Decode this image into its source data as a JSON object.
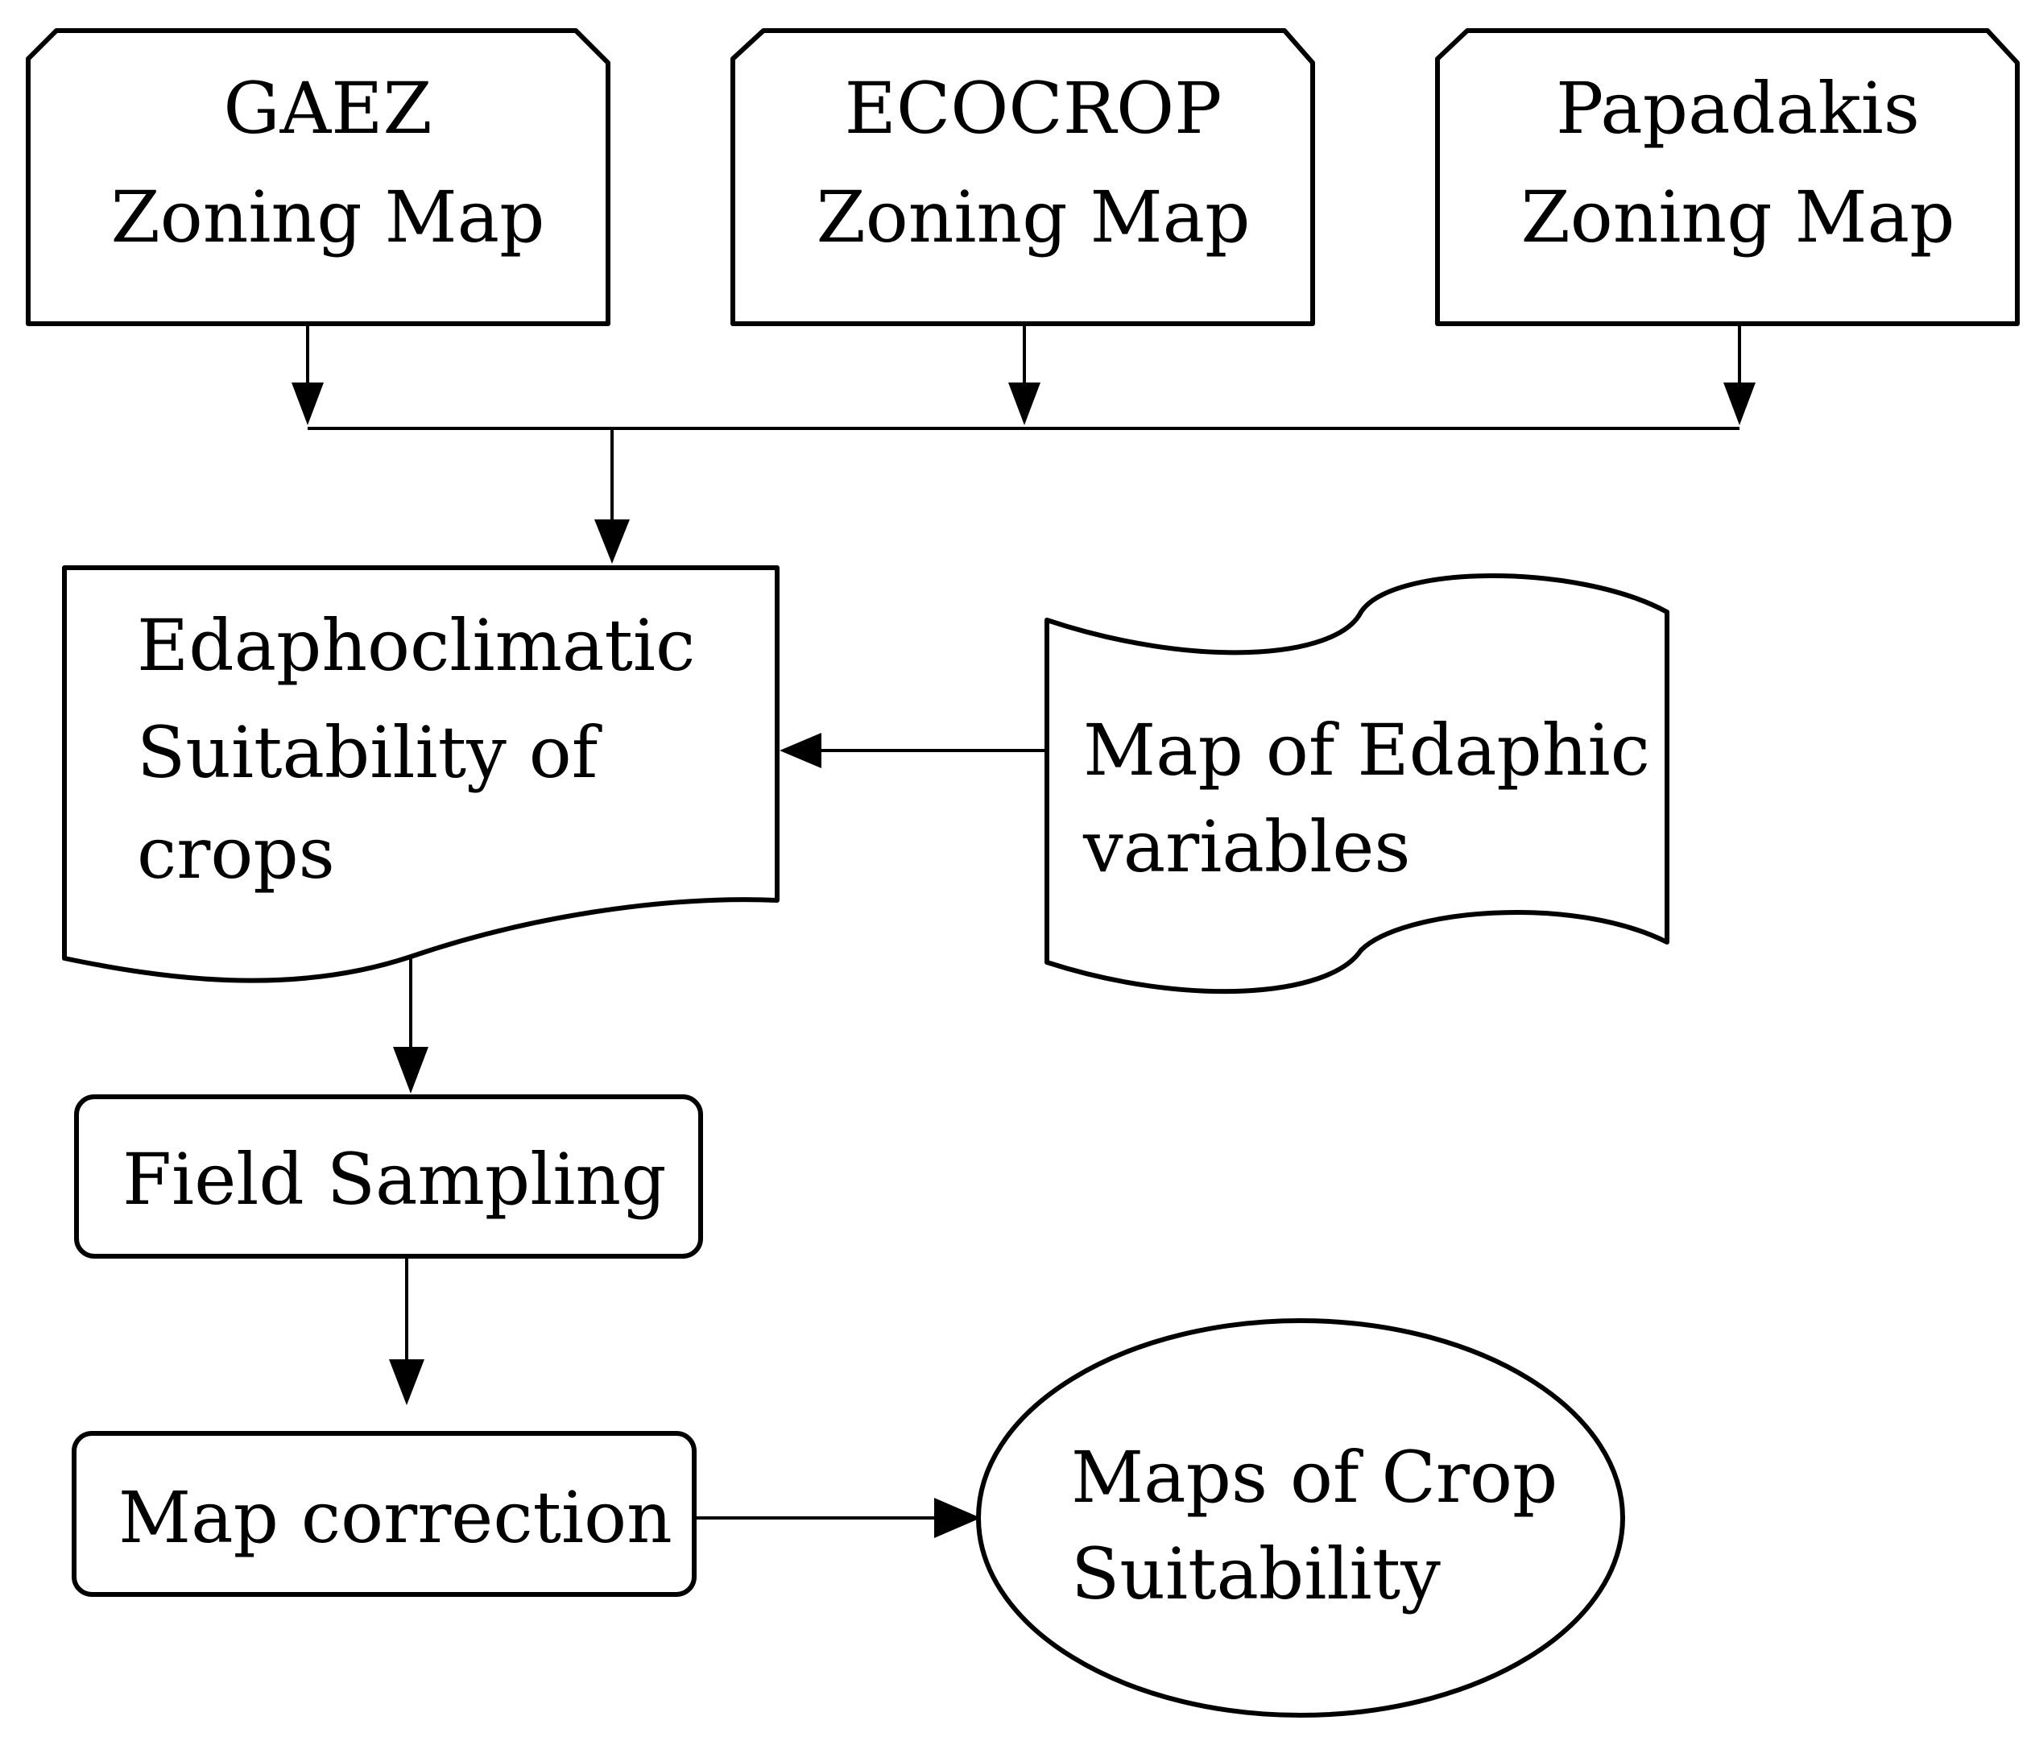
{
  "nodes": {
    "gaez": {
      "line1": "GAEZ",
      "line2": "Zoning Map"
    },
    "ecocrop": {
      "line1": "ECOCROP",
      "line2": "Zoning Map"
    },
    "papadakis": {
      "line1": "Papadakis",
      "line2": "Zoning Map"
    },
    "edaphoclimatic": {
      "line1": "Edaphoclimatic",
      "line2": "Suitability of",
      "line3": "crops"
    },
    "edaphic_map": {
      "line1": "Map of Edaphic",
      "line2": "variables"
    },
    "field_sampling": {
      "label": "Field Sampling"
    },
    "map_correction": {
      "label": "Map correction"
    },
    "crop_suitability": {
      "line1": "Maps of Crop",
      "line2": "Suitability"
    }
  }
}
